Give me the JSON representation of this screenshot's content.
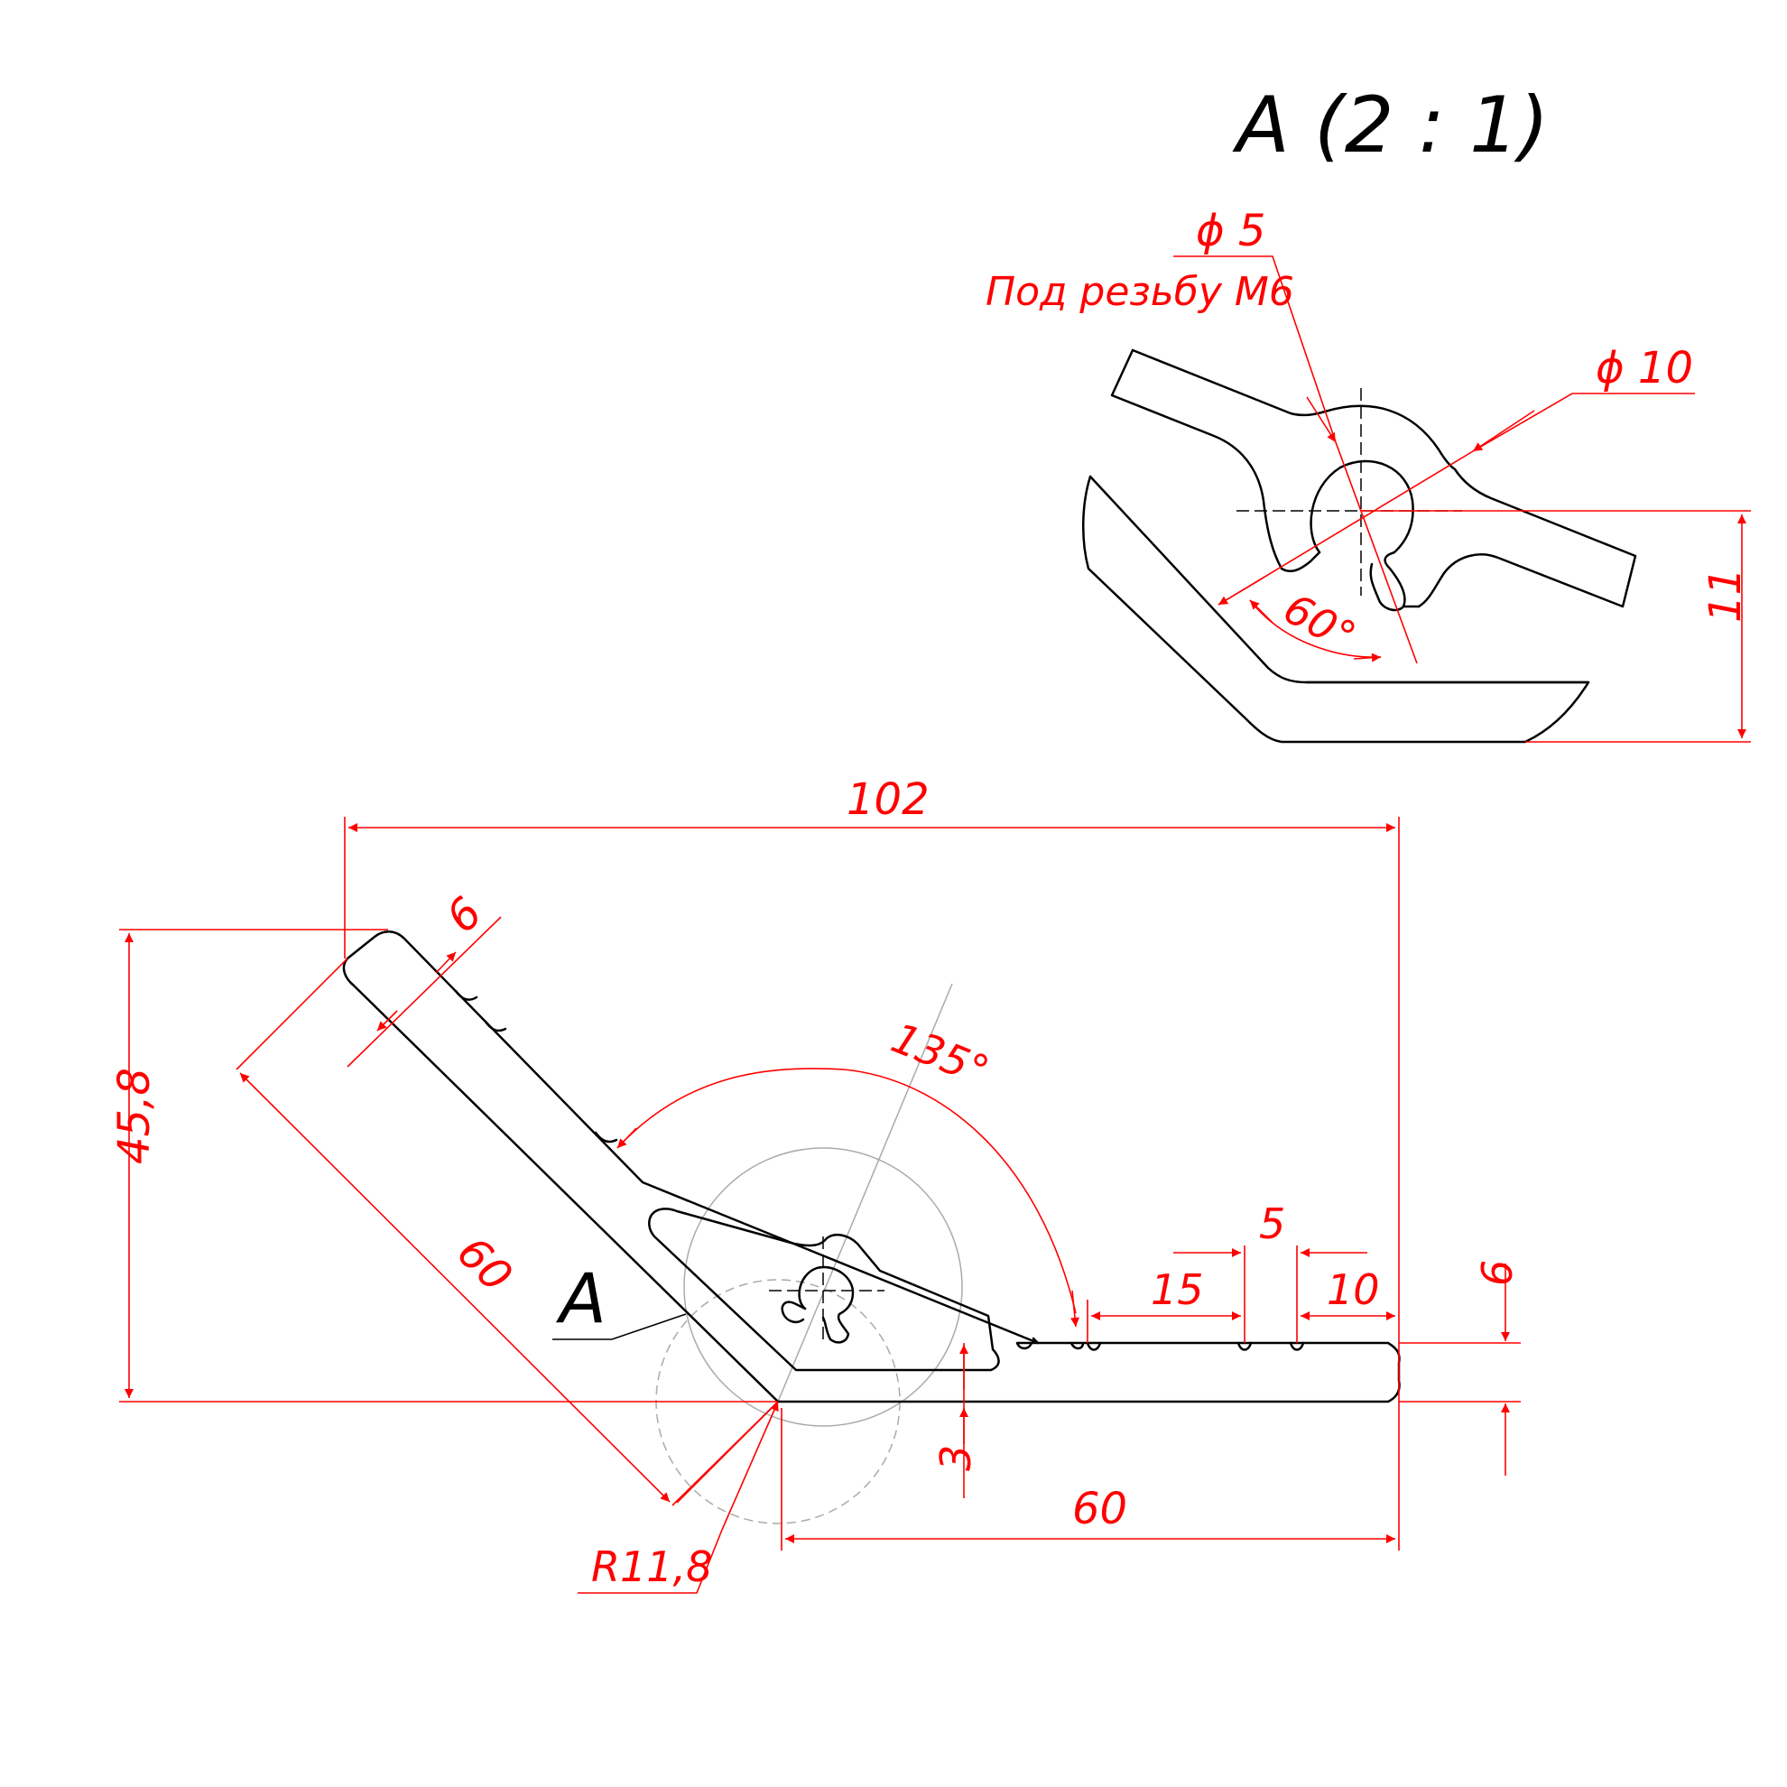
{
  "detail_view": {
    "title": "A (2 : 1)",
    "hole_diameter": "ϕ 5",
    "thread_note": "Под резьбу М6",
    "outer_diameter": "ϕ 10",
    "slot_angle": "60°",
    "height": "11"
  },
  "main_view": {
    "view_marker": "A",
    "overall_width": "102",
    "overall_height": "45,8",
    "arm_length_diagonal": "60",
    "arm_length_horizontal": "60",
    "arm_thickness_diagonal": "6",
    "arm_thickness_horizontal": "6",
    "groove_offset_1": "15",
    "groove_spacing": "5",
    "groove_offset_2": "10",
    "angle": "135°",
    "offset_small": "3",
    "radius": "R11,8"
  },
  "colors": {
    "part_outline": "#000000",
    "dimensions": "#ff0000",
    "construction": "#aaaaaa"
  }
}
